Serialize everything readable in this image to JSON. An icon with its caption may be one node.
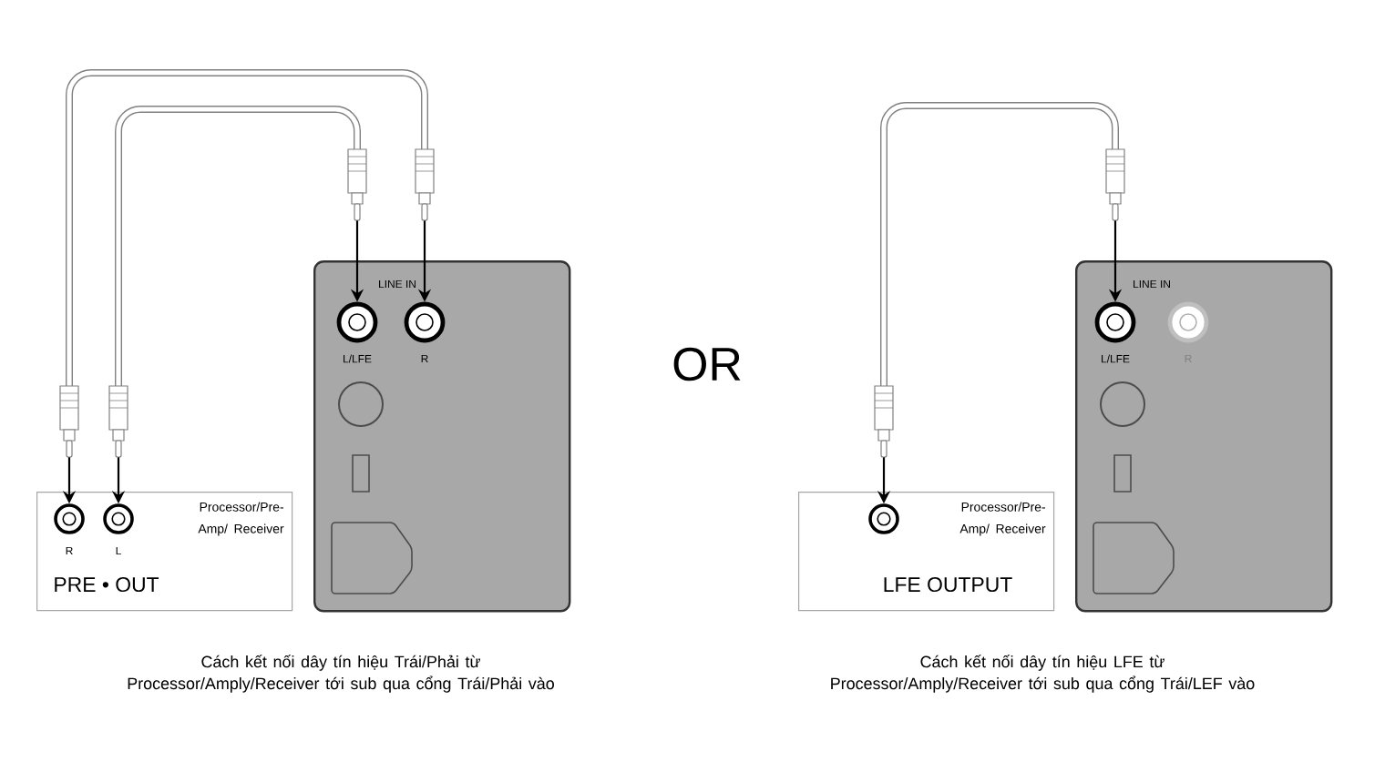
{
  "diagram": {
    "nodes": [
      {
        "text": [
          "PRE • OUT"
        ],
        "beside": [
          "Processor/Pre-Amp/ Receiver"
        ]
      },
      {
        "text": [],
        "shape": "circle",
        "in": 0,
        "beside": [
          "R"
        ]
      },
      {
        "text": [],
        "shape": "circle",
        "in": 0,
        "beside": [
          "L"
        ]
      },
      {
        "text": [
          "LINE IN"
        ]
      },
      {
        "text": [],
        "shape": "circle",
        "in": 3,
        "beside": [
          "L/LFE"
        ]
      },
      {
        "text": [],
        "shape": "circle",
        "in": 3,
        "beside": [
          "R"
        ]
      },
      {
        "text": [
          "LFE OUTPUT"
        ],
        "beside": [
          "Processor/Pre-Amp/ Receiver"
        ]
      },
      {
        "text": [],
        "shape": "circle",
        "in": 6
      },
      {
        "text": [
          "LINE IN"
        ]
      },
      {
        "text": [],
        "shape": "circle",
        "in": 8,
        "beside": [
          "L/LFE"
        ]
      },
      {
        "text": [],
        "shape": "circle",
        "in": 8,
        "beside": [
          "R"
        ]
      }
    ],
    "edges": [
      {
        "from": 1,
        "to": 5,
        "arrow": "both"
      },
      {
        "from": 2,
        "to": 4,
        "arrow": "both"
      },
      {
        "from": 7,
        "to": 9,
        "arrow": "both"
      }
    ],
    "labels": [
      "OR",
      "Cách kết nối dây tín hiệu Trái/Phải từ Processor/Amply/Receiver tới sub qua cổng Trái/Phải vào",
      "Cách kết nối dây tín hiệu LFE từ Processor/Amply/Receiver tới sub qua cổng Trái/LEF vào"
    ]
  }
}
